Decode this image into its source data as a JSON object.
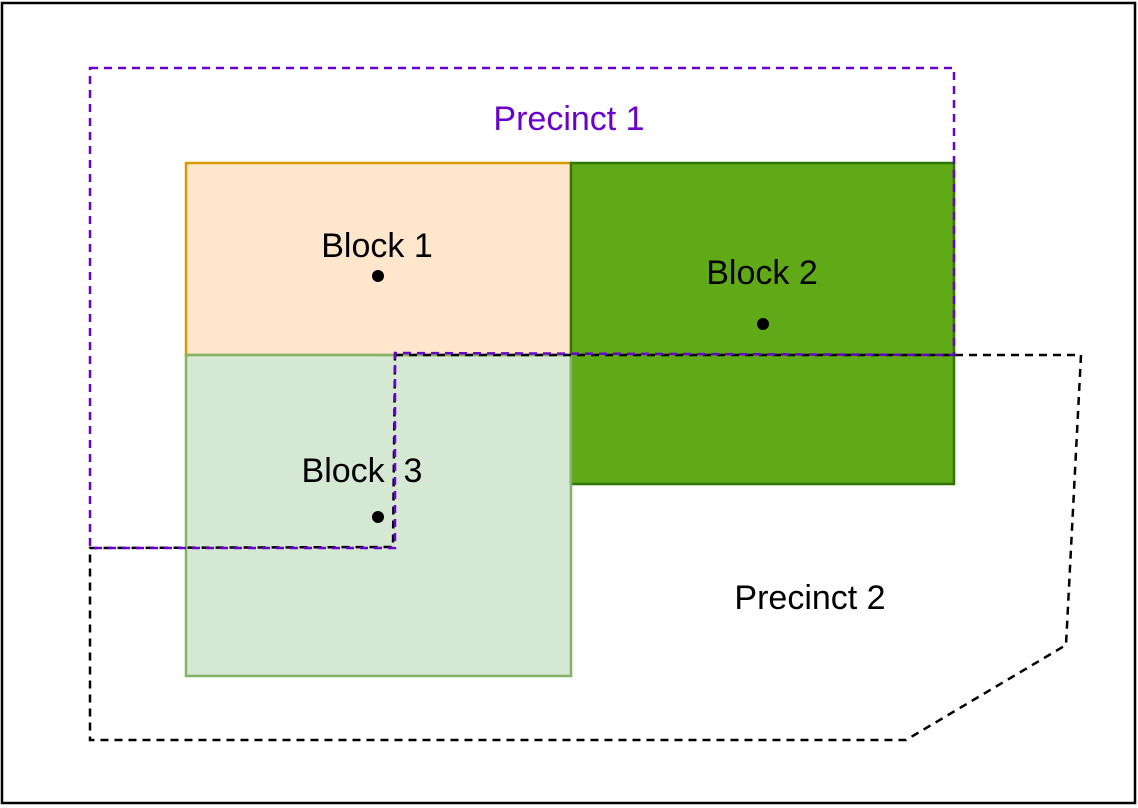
{
  "diagram": {
    "blocks": [
      {
        "id": "block-1",
        "label": "Block 1",
        "fill": "#ffe6cc",
        "stroke": "#d79b00"
      },
      {
        "id": "block-2",
        "label": "Block 2",
        "fill": "#60a917",
        "stroke": "#2d7600"
      },
      {
        "id": "block-3",
        "label": "Block  3",
        "fill": "#d5e8d4",
        "stroke": "#82b366"
      }
    ],
    "precincts": [
      {
        "id": "precinct-1",
        "label": "Precinct 1",
        "color": "#6a00cc"
      },
      {
        "id": "precinct-2",
        "label": "Precinct 2",
        "color": "#000000"
      }
    ]
  }
}
